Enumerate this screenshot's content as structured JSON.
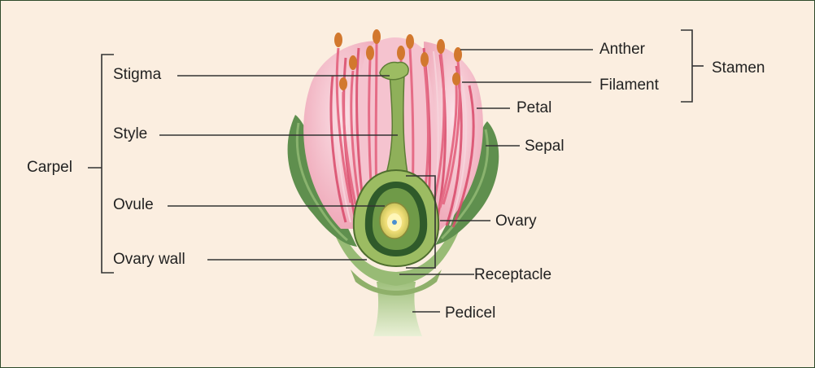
{
  "labels": {
    "stigma": "Stigma",
    "style": "Style",
    "carpel": "Carpel",
    "ovule": "Ovule",
    "ovary_wall": "Ovary wall",
    "anther": "Anther",
    "filament": "Filament",
    "stamen": "Stamen",
    "petal": "Petal",
    "sepal": "Sepal",
    "ovary": "Ovary",
    "receptacle": "Receptacle",
    "pedicel": "Pedicel"
  },
  "colors": {
    "background": "#fbeee0",
    "petal": "#f3b8c6",
    "petal_vein": "#d94a6a",
    "sepal": "#5f8f4e",
    "stem": "#a9c98a",
    "anther": "#d2782e",
    "carpel": "#8fb05a",
    "ovule": "#f3e58a",
    "leader_line": "#333333"
  }
}
